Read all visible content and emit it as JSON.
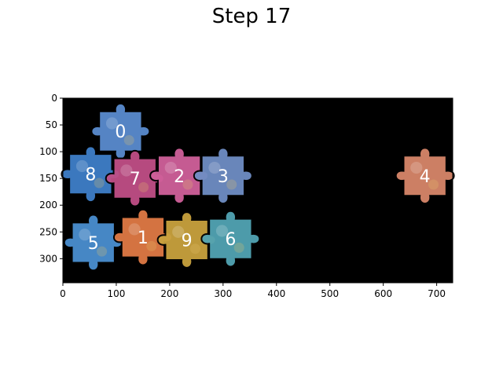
{
  "title": "Step 17",
  "board": {
    "background": "#000000",
    "piece_outline": "#000000"
  },
  "chart_data": {
    "type": "image",
    "title": "Step 17",
    "xlabel": "",
    "ylabel": "",
    "xlim": [
      0,
      730
    ],
    "ylim": [
      345,
      0
    ],
    "xticks": [
      0,
      100,
      200,
      300,
      400,
      500,
      600,
      700
    ],
    "yticks": [
      0,
      50,
      100,
      150,
      200,
      250,
      300
    ],
    "grid": false,
    "pieces": [
      {
        "label": "0",
        "x": 108,
        "y": 62,
        "color": "#5a8ccf"
      },
      {
        "label": "8",
        "x": 52,
        "y": 142,
        "color": "#3f7fc9"
      },
      {
        "label": "7",
        "x": 135,
        "y": 150,
        "color": "#c04e86"
      },
      {
        "label": "2",
        "x": 218,
        "y": 145,
        "color": "#d0609a"
      },
      {
        "label": "3",
        "x": 300,
        "y": 145,
        "color": "#6f8ec4"
      },
      {
        "label": "4",
        "x": 678,
        "y": 145,
        "color": "#d7866a"
      },
      {
        "label": "5",
        "x": 57,
        "y": 270,
        "color": "#4a8fd0"
      },
      {
        "label": "1",
        "x": 150,
        "y": 260,
        "color": "#e07a45"
      },
      {
        "label": "9",
        "x": 232,
        "y": 265,
        "color": "#c9a23e"
      },
      {
        "label": "6",
        "x": 314,
        "y": 263,
        "color": "#52a4b4"
      }
    ]
  }
}
